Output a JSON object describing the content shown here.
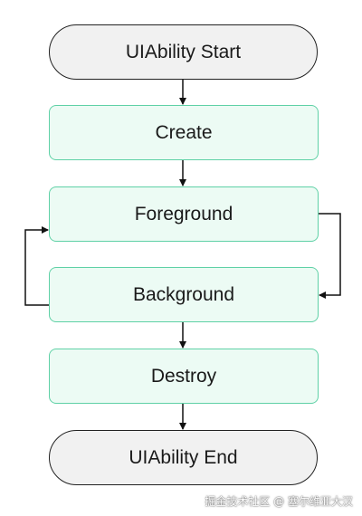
{
  "nodes": {
    "start": "UIAbility Start",
    "create": "Create",
    "foreground": "Foreground",
    "background": "Background",
    "destroy": "Destroy",
    "end": "UIAbility End"
  },
  "watermark": "掘金技术社区 @ 塞尔维亚大汉"
}
